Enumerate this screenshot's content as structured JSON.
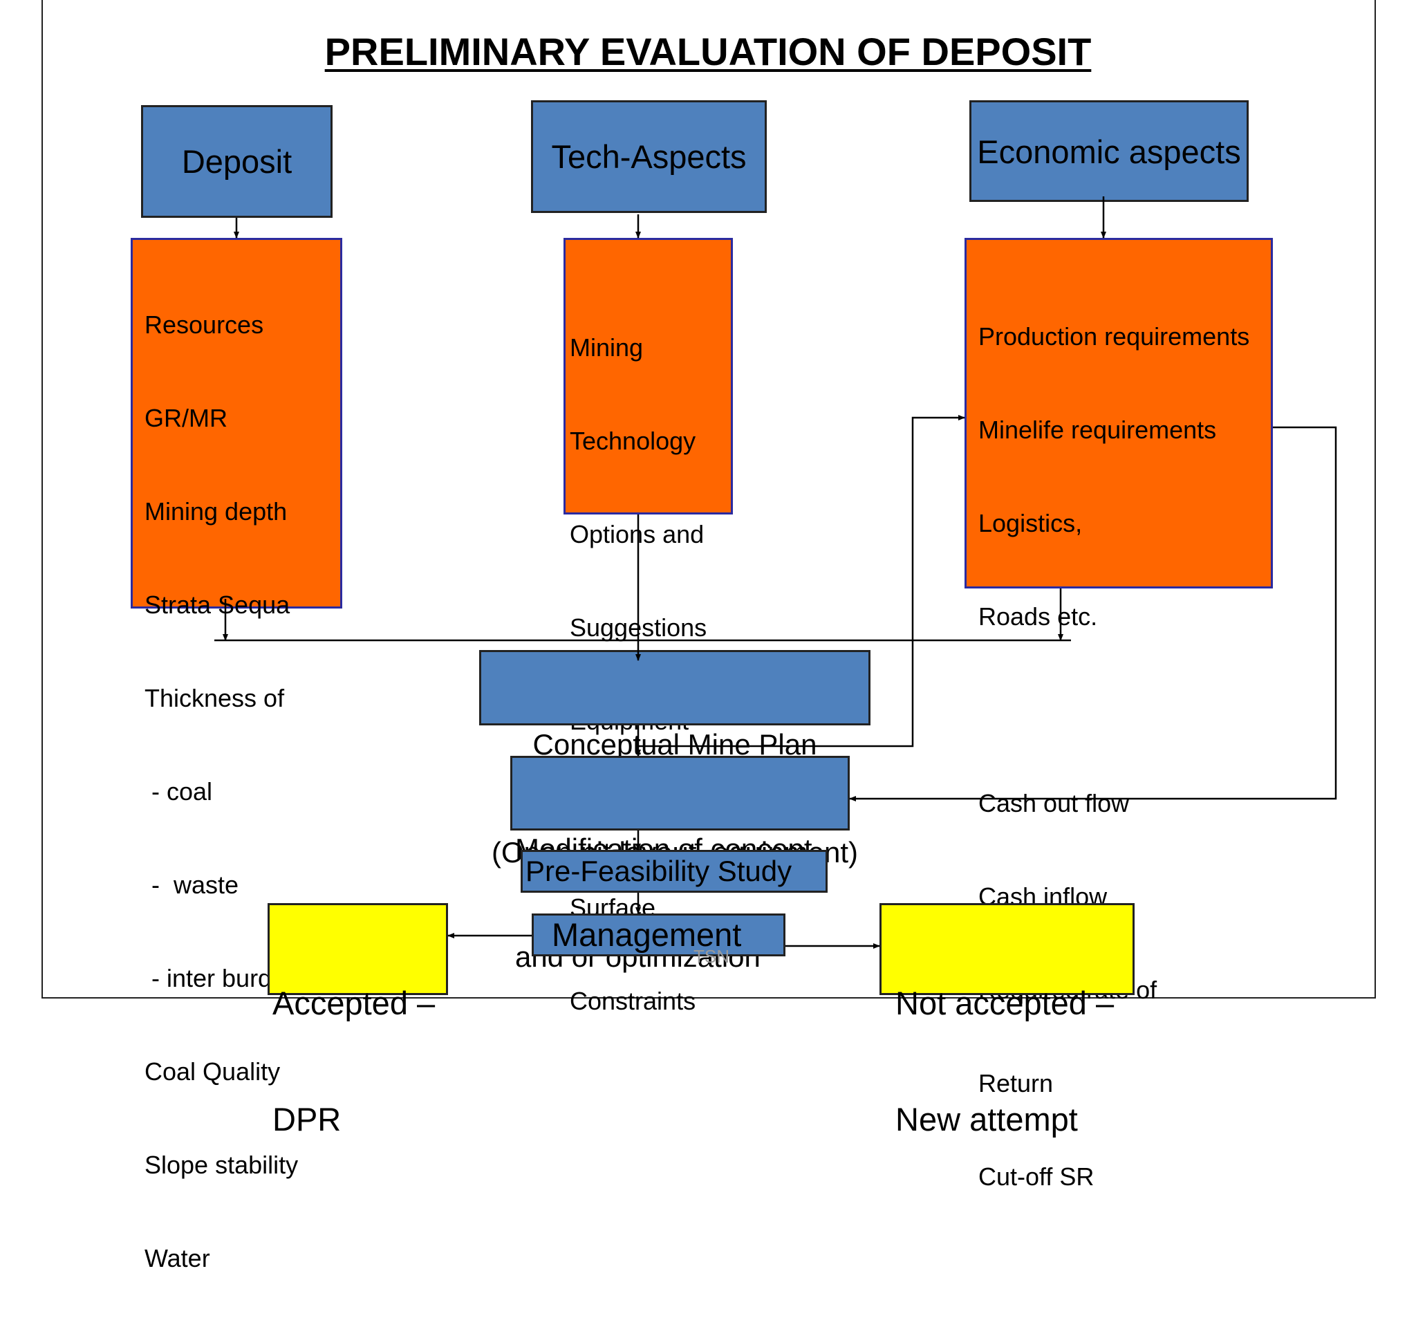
{
  "title": "PRELIMINARY EVALUATION OF DEPOSIT",
  "columns": {
    "deposit": {
      "header": "Deposit",
      "items": [
        "Resources",
        "GR/MR",
        "Mining depth",
        "Strata Sequa",
        "Thickness of",
        " - coal",
        " -  waste",
        " - inter burden",
        "Coal Quality",
        "Slope stability",
        "Water"
      ]
    },
    "tech": {
      "header": "Tech-Aspects",
      "items": [
        "Mining",
        "Technology",
        "Options and",
        "Suggestions",
        "Equipment",
        "",
        "Surface",
        "Constraints"
      ]
    },
    "economic": {
      "header": "Economic aspects",
      "items": [
        "Production requirements",
        "Minelife requirements",
        "Logistics,",
        "Roads etc.",
        "",
        "Cash out flow",
        "Cash inflow",
        "Required rate of",
        "Return",
        "Cut-off SR"
      ]
    }
  },
  "flow": {
    "conceptual_line1": "Conceptual Mine Plan",
    "conceptual_line2": "(Open pit layout, equipment)",
    "modification_line1": "Modification of concept",
    "modification_line2": "and or optimization",
    "prefeasibility": "Pre-Feasibility Study",
    "management": "Management",
    "accepted_line1": "Accepted –",
    "accepted_line2": "DPR",
    "not_accepted_line1": "Not accepted –",
    "not_accepted_line2": "New attempt"
  },
  "watermark": "TSN",
  "colors": {
    "header_blue": "#4f81bd",
    "detail_orange": "#ff6600",
    "outcome_yellow": "#ffff00"
  }
}
